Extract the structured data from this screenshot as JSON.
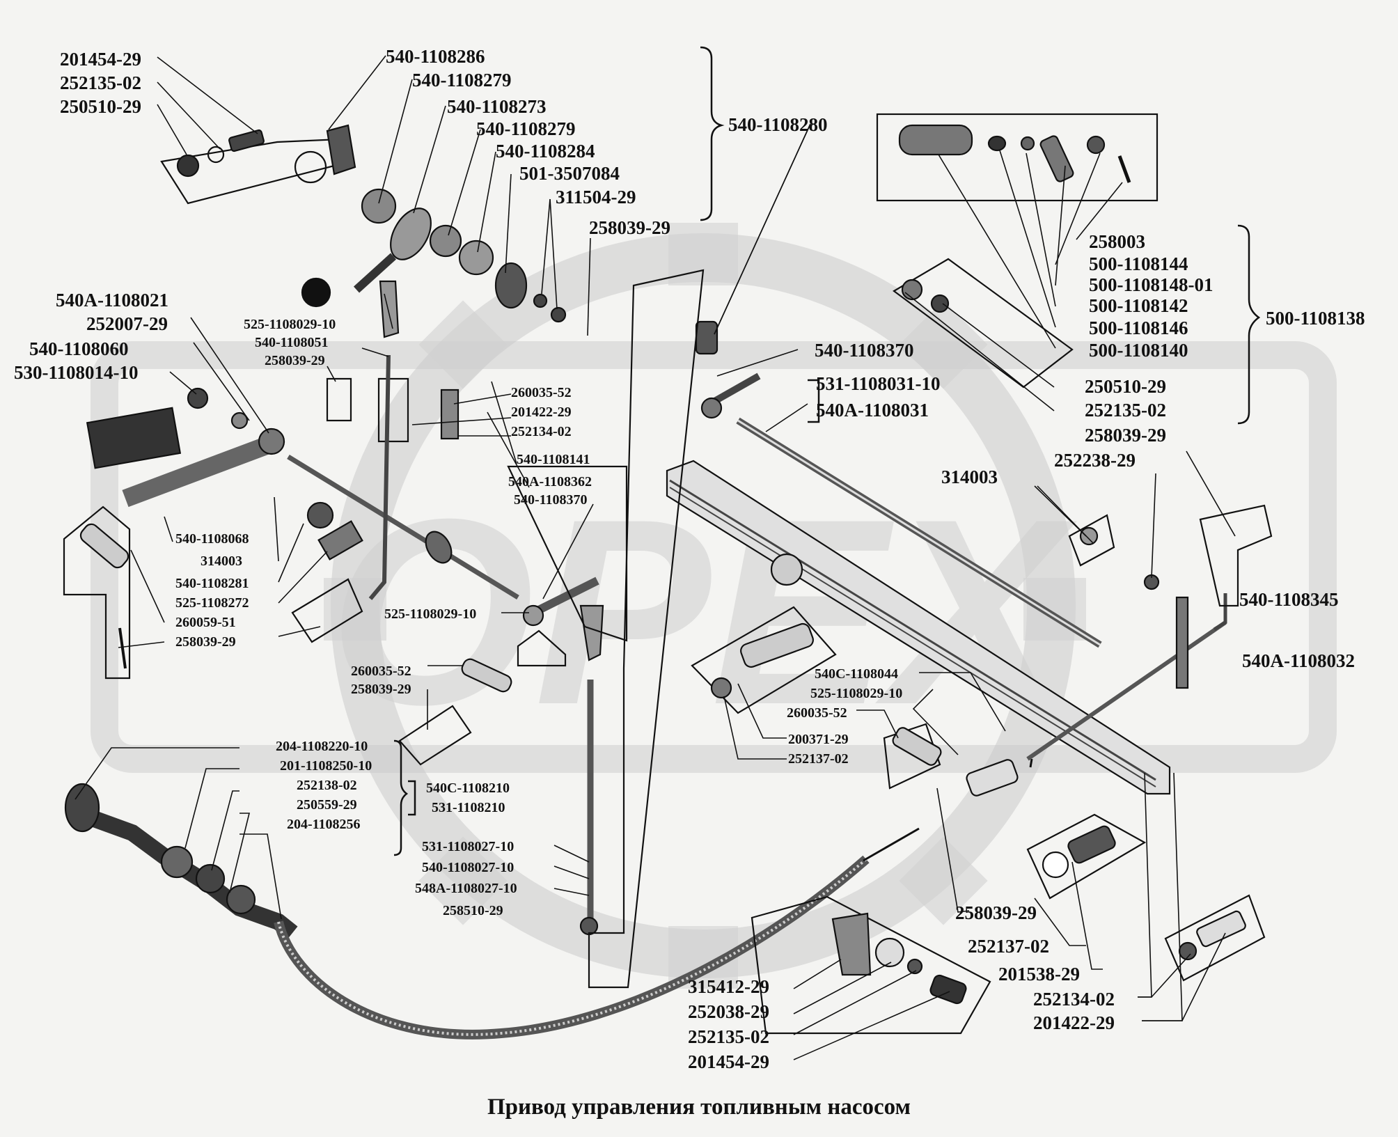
{
  "title": "Привод управления топливным насосом",
  "watermark": "OPEX",
  "colors": {
    "background": "#f4f4f2",
    "ink": "#111111",
    "watermark": "#c9c9c9"
  },
  "labels": {
    "a1": "201454-29",
    "a2": "252135-02",
    "a3": "250510-29",
    "b1": "540-1108286",
    "b2": "540-1108279",
    "b3": "540-1108273",
    "b4": "540-1108279",
    "b5": "540-1108284",
    "b6": "501-3507084",
    "b7": "311504-29",
    "b8": "258039-29",
    "br1": "540-1108280",
    "c1": "258003",
    "c2": "500-1108144",
    "c3": "500-1108148-01",
    "c4": "500-1108142",
    "c5": "500-1108146",
    "c6": "500-1108140",
    "br2": "500-1108138",
    "d1": "540-1108370",
    "d2": "531-1108031-10",
    "d3": "540A-1108031",
    "d4": "250510-29",
    "d5": "252135-02",
    "d6": "258039-29",
    "d7": "252238-29",
    "d8": "314003",
    "e1": "540A-1108021",
    "e2": "252007-29",
    "e3": "540-1108060",
    "e4": "530-1108014-10",
    "f1": "525-1108029-10",
    "f2": "540-1108051",
    "f3": "258039-29",
    "g1": "260035-52",
    "g2": "201422-29",
    "g3": "252134-02",
    "h1": "540-1108141",
    "h2": "540A-1108362",
    "h3": "540-1108370",
    "i1": "540-1108068",
    "i2": "314003",
    "i3": "540-1108281",
    "i4": "525-1108272",
    "i5": "260059-51",
    "i6": "258039-29",
    "i7": "525-1108029-10",
    "j1": "260035-52",
    "j2": "258039-29",
    "k1": "204-1108220-10",
    "k2": "201-1108250-10",
    "k3": "252138-02",
    "k4": "250559-29",
    "k5": "204-1108256",
    "k6": "540C-1108210",
    "k7": "531-1108210",
    "l1": "531-1108027-10",
    "l2": "540-1108027-10",
    "l3": "548A-1108027-10",
    "l4": "258510-29",
    "m1": "540-1108345",
    "m2": "540A-1108032",
    "m3": "540C-1108044",
    "m4": "525-1108029-10",
    "m5": "260035-52",
    "m6": "200371-29",
    "m7": "252137-02",
    "n1": "258039-29",
    "n2": "252137-02",
    "n3": "201538-29",
    "n4": "252134-02",
    "n5": "201422-29",
    "o1": "315412-29",
    "o2": "252038-29",
    "o3": "252135-02",
    "o4": "201454-29"
  }
}
